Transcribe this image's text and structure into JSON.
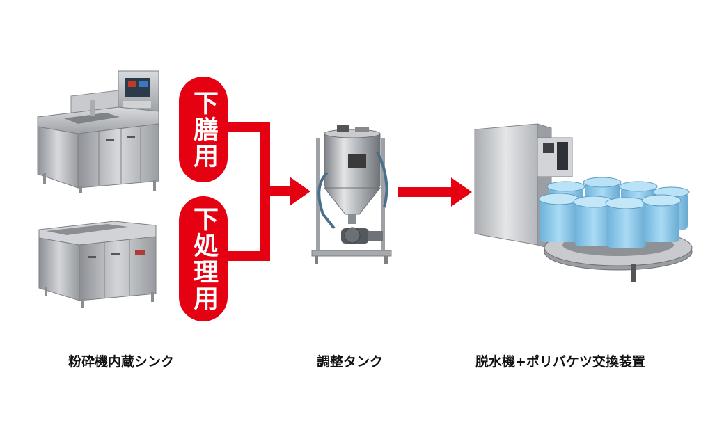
{
  "labels": {
    "pill_top": "下膳用",
    "pill_bottom": "下処理用"
  },
  "captions": {
    "sink": "粉砕機内蔵シンク",
    "tank": "調整タンク",
    "dewater": "脱水機+ポリバケツ交換装置"
  },
  "colors": {
    "accent": "#e50012",
    "steel": "#b9bcc0",
    "bucket": "#8ec9ea"
  }
}
